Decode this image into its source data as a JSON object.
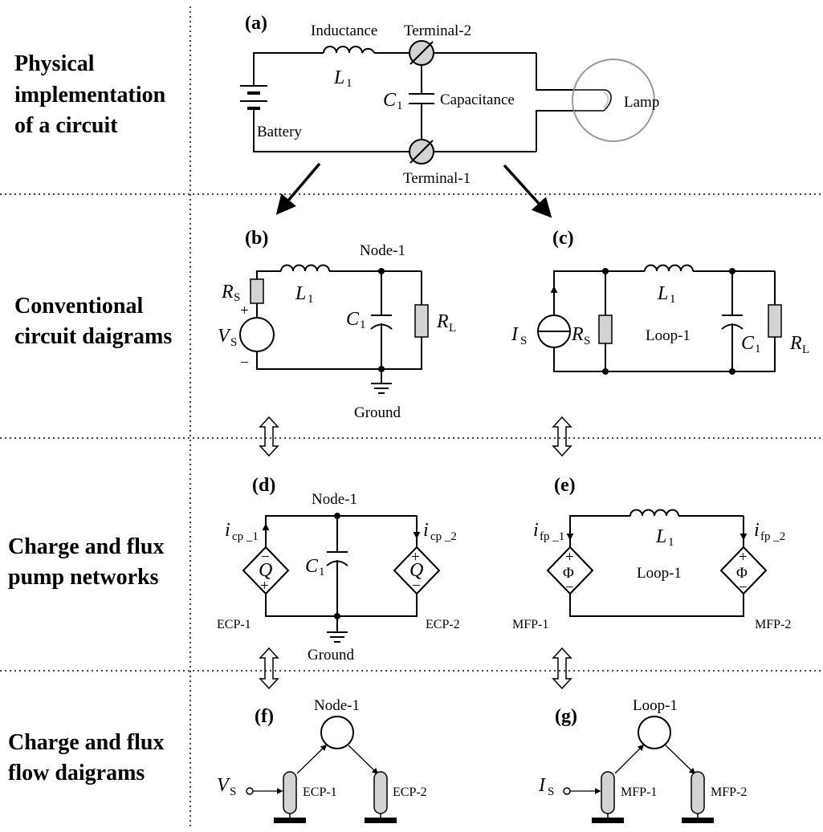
{
  "rows": {
    "r1": [
      "Physical",
      "implementation",
      "of a circuit"
    ],
    "r2": [
      "Conventional",
      "circuit daigrams"
    ],
    "r3": [
      "Charge and flux",
      "pump networks"
    ],
    "r4": [
      "Charge and flux",
      "flow daigrams"
    ]
  },
  "panels": {
    "a": "(a)",
    "b": "(b)",
    "c": "(c)",
    "d": "(d)",
    "e": "(e)",
    "f": "(f)",
    "g": "(g)"
  },
  "a": {
    "inductance": "Inductance",
    "terminal2": "Terminal-2",
    "terminal1": "Terminal-1",
    "capacitance": "Capacitance",
    "battery": "Battery",
    "lamp": "Lamp",
    "L": "L",
    "L_sub": "1",
    "C": "C",
    "C_sub": "1"
  },
  "b": {
    "node1": "Node-1",
    "ground": "Ground",
    "RS": "R",
    "RS_sub": "S",
    "L": "L",
    "L_sub": "1",
    "C": "C",
    "C_sub": "1",
    "RL": "R",
    "RL_sub": "L",
    "VS": "V",
    "VS_sub": "S",
    "plus": "+",
    "minus": "−"
  },
  "c": {
    "loop1": "Loop-1",
    "IS": "I",
    "IS_sub": "S",
    "RS": "R",
    "RS_sub": "S",
    "L": "L",
    "L_sub": "1",
    "C": "C",
    "C_sub": "1",
    "RL": "R",
    "RL_sub": "L"
  },
  "d": {
    "node1": "Node-1",
    "ground": "Ground",
    "ecp1": "ECP-1",
    "ecp2": "ECP-2",
    "i1": "i",
    "i1_sub": "cp _1",
    "i2": "i",
    "i2_sub": "cp _2",
    "C": "C",
    "C_sub": "1",
    "Q": "Q",
    "plus": "+",
    "minus": "−"
  },
  "e": {
    "loop1": "Loop-1",
    "mfp1": "MFP-1",
    "mfp2": "MFP-2",
    "i1": "i",
    "i1_sub": "fp _1",
    "i2": "i",
    "i2_sub": "fp _2",
    "L": "L",
    "L_sub": "1",
    "phi": "Φ",
    "plus": "+",
    "minus": "−"
  },
  "f": {
    "node1": "Node-1",
    "ecp1": "ECP-1",
    "ecp2": "ECP-2",
    "VS": "V",
    "VS_sub": "S"
  },
  "g": {
    "loop1": "Loop-1",
    "mfp1": "MFP-1",
    "mfp2": "MFP-2",
    "IS": "I",
    "IS_sub": "S"
  }
}
